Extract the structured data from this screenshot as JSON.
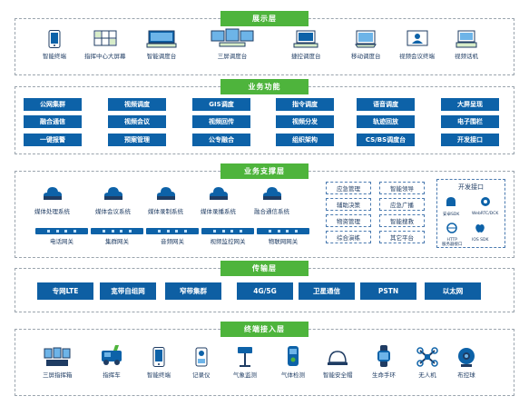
{
  "colors": {
    "green": "#4eb43c",
    "blue": "#0d62a8",
    "dashed": "#9aa4ad"
  },
  "display_layer": {
    "title": "展示层",
    "items": [
      {
        "label": "智能终端",
        "icon": "smartphone-icon"
      },
      {
        "label": "指挥中心大屏幕",
        "icon": "video-wall-icon"
      },
      {
        "label": "智能调度台",
        "icon": "dispatch-console-icon"
      },
      {
        "label": "三屏调度台",
        "icon": "triple-screen-icon"
      },
      {
        "label": "捷控调度台",
        "icon": "quick-console-icon"
      },
      {
        "label": "移动调度台",
        "icon": "mobile-console-icon"
      },
      {
        "label": "视频会议终端",
        "icon": "video-conference-icon"
      },
      {
        "label": "视频话机",
        "icon": "video-phone-icon"
      }
    ]
  },
  "business_function": {
    "title": "业务功能",
    "rows": [
      [
        "公网集群",
        "视频调度",
        "GIS调度",
        "指令调度",
        "语音调度",
        "大屏呈现"
      ],
      [
        "融合通信",
        "视频会议",
        "视频回传",
        "视频分发",
        "轨迹回放",
        "电子围栏"
      ],
      [
        "一键报警",
        "预案管理",
        "公专融合",
        "组织架构",
        "CS/BS调度台",
        "开发接口"
      ]
    ]
  },
  "support_layer": {
    "title": "业务支撑层",
    "servers": [
      "媒体处理系统",
      "媒体会议系统",
      "媒体录制系统",
      "媒体录播系统",
      "融合通信系统"
    ],
    "gateways": [
      "电话网关",
      "集群网关",
      "音频网关",
      "视频监控网关",
      "物联网网关"
    ],
    "modules": [
      [
        "应急管理",
        "智能领导"
      ],
      [
        "辅助决策",
        "应急广播"
      ],
      [
        "物资管理",
        "智能搜救"
      ],
      [
        "综合演练",
        "其它平台"
      ]
    ],
    "open_interface": {
      "title": "开发接口",
      "sdks": [
        "安卓SDK",
        "WebRTC/DCK",
        "HTTP\n服务器接口",
        "IOS SDK"
      ]
    }
  },
  "transport_layer": {
    "title": "传输层",
    "items": [
      "专网LTE",
      "宽带自组网",
      "窄带集群",
      "4G/5G",
      "卫星通信",
      "PSTN",
      "以太网"
    ]
  },
  "terminal_layer": {
    "title": "终端接入层",
    "items": [
      {
        "label": "三屏指挥箱",
        "icon": "command-box-icon"
      },
      {
        "label": "指挥车",
        "icon": "command-vehicle-icon"
      },
      {
        "label": "智能终端",
        "icon": "smart-terminal-icon"
      },
      {
        "label": "记录仪",
        "icon": "body-camera-icon"
      },
      {
        "label": "气象监测",
        "icon": "weather-station-icon"
      },
      {
        "label": "气体检测",
        "icon": "gas-detector-icon"
      },
      {
        "label": "智能安全帽",
        "icon": "smart-helmet-icon"
      },
      {
        "label": "生命手环",
        "icon": "wristband-icon"
      },
      {
        "label": "无人机",
        "icon": "drone-icon"
      },
      {
        "label": "布控球",
        "icon": "dome-camera-icon"
      }
    ]
  }
}
